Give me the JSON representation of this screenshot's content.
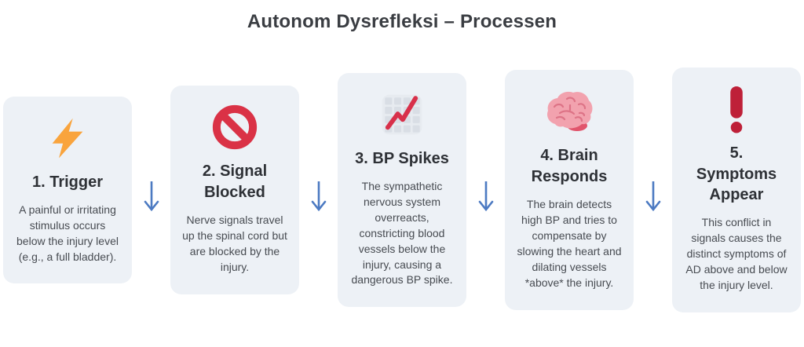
{
  "title": "Autonom Dysrefleksi – Processen",
  "colors": {
    "page_bg": "#ffffff",
    "card_bg": "#edf1f6",
    "title_text": "#3a3d42",
    "heading_text": "#2e3136",
    "body_text": "#474b51",
    "arrow_blue": "#4c7ac2",
    "lightning_orange": "#f9a43d",
    "no_entry_red": "#da3246",
    "chart_line_red": "#d8304a",
    "chart_bg_gray": "#e7ebf0",
    "brain_pink": "#f2a2ae",
    "brain_dark_pink": "#dd7386",
    "brain_stem_red": "#e1556c",
    "exclamation_red": "#be2038"
  },
  "arrow_direction": "down",
  "steps": [
    {
      "icon": "lightning-icon",
      "heading": "1. Trigger",
      "body": "A painful or irritating stimulus occurs below the injury level (e.g., a full bladder)."
    },
    {
      "icon": "no-entry-icon",
      "heading": "2. Signal\nBlocked",
      "body": "Nerve signals travel up the spinal cord but are blocked by the injury."
    },
    {
      "icon": "chart-increasing-icon",
      "heading": "3. BP Spikes",
      "body": "The sympathetic nervous system overreacts, constricting blood vessels below the injury, causing a dangerous BP spike."
    },
    {
      "icon": "brain-icon",
      "heading": "4. Brain\nResponds",
      "body": "The brain detects high BP and tries to compensate by slowing the heart and dilating vessels *above* the injury."
    },
    {
      "icon": "exclamation-icon",
      "heading": "5.\nSymptoms\nAppear",
      "body": "This conflict in signals causes the distinct symptoms of AD above and below the injury level."
    }
  ]
}
